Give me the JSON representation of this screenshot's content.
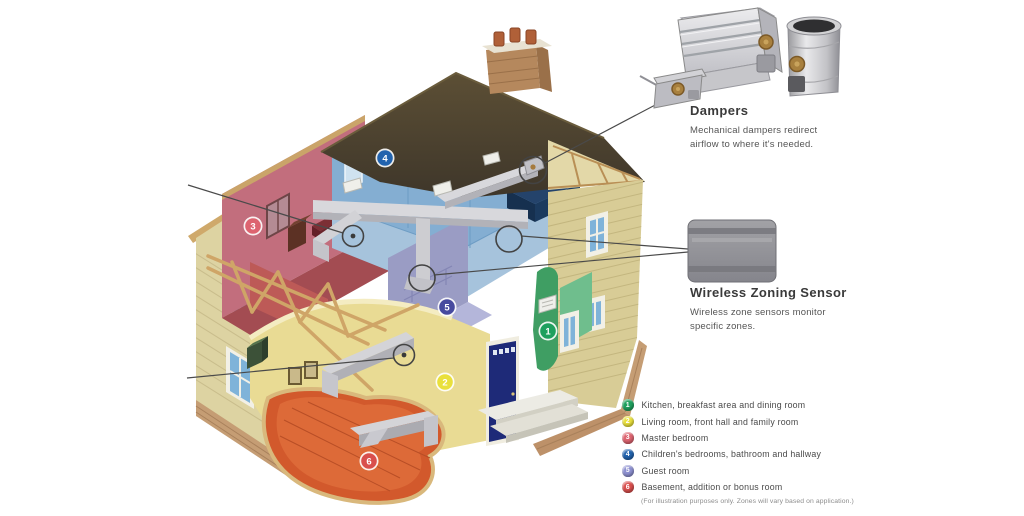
{
  "illustration": {
    "description": "Isometric cutaway house showing a zoned HVAC system with ducts, dampers and wireless sensors",
    "line_color": "#4a4a4a"
  },
  "callouts": {
    "dampers": {
      "title": "Dampers",
      "description": "Mechanical dampers redirect\nairflow to where it's needed."
    },
    "wireless_sensor": {
      "title": "Wireless Zoning Sensor",
      "description": "Wireless zone sensors monitor\nspecific zones."
    }
  },
  "zones": [
    {
      "number": "1",
      "label": "Kitchen, breakfast area and dining room",
      "color": "#1fa05e"
    },
    {
      "number": "2",
      "label": "Living room, front hall and family room",
      "color": "#e9e03c"
    },
    {
      "number": "3",
      "label": "Master bedroom",
      "color": "#dd6470"
    },
    {
      "number": "4",
      "label": "Children's bedrooms, bathroom and hallway",
      "color": "#2263ae"
    },
    {
      "number": "5",
      "label": "Guest room",
      "color": "#8d90d0",
      "badge_color": "#474a9f"
    },
    {
      "number": "6",
      "label": "Basement, addition or bonus room",
      "color": "#d94f4d"
    }
  ],
  "legend": {
    "footnote": "(For illustration purposes only. Zones will vary based on application.)"
  }
}
